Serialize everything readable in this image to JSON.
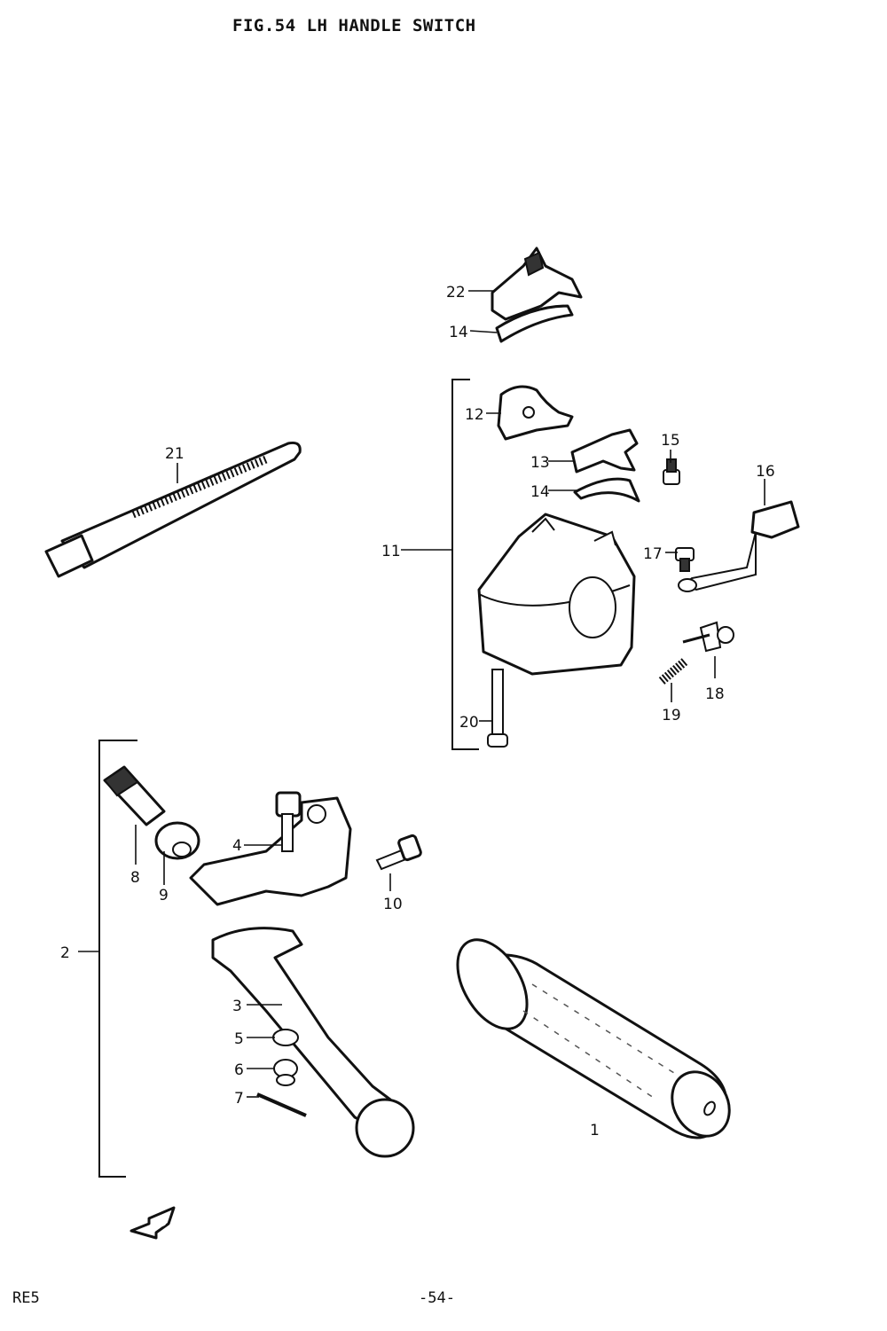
{
  "title": "FIG.54  LH HANDLE SWITCH",
  "footer": {
    "model": "RE5",
    "page": "-54-"
  },
  "arrow_label": "FWD",
  "labels": {
    "p1": "1",
    "p2": "2",
    "p3": "3",
    "p4": "4",
    "p5": "5",
    "p6": "6",
    "p7": "7",
    "p8": "8",
    "p9": "9",
    "p10": "10",
    "p11": "11",
    "p12": "12",
    "p13": "13",
    "p14a": "14",
    "p14b": "14",
    "p15": "15",
    "p16": "16",
    "p17": "17",
    "p18": "18",
    "p19": "19",
    "p20": "20",
    "p21": "21",
    "p22": "22"
  }
}
